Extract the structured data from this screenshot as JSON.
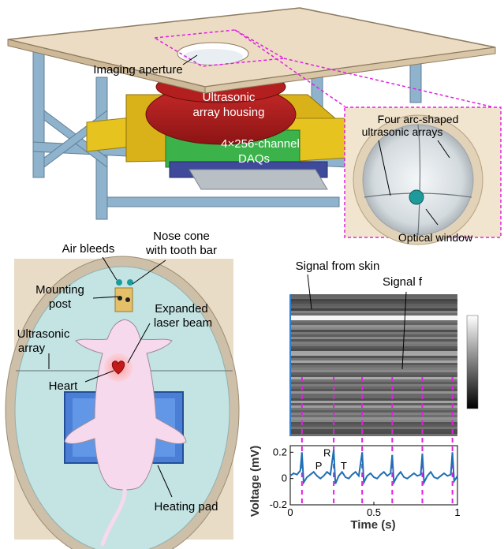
{
  "top": {
    "imaging_aperture": "Imaging aperture",
    "housing_line1": "Ultrasonic",
    "housing_line2": "array housing",
    "daq_line1": "4×256-channel",
    "daq_line2": "DAQs",
    "inset_line1": "Four arc-shaped",
    "inset_line2": "ultrasonic arrays",
    "optical_window": "Optical window"
  },
  "mouse": {
    "air_bleeds": "Air bleeds",
    "nose_cone_line1": "Nose cone",
    "nose_cone_line2": "with tooth bar",
    "mounting_line1": "Mounting",
    "mounting_line2": "post",
    "expanded_line1": "Expanded",
    "expanded_line2": "laser beam",
    "ultrasonic_line1": "Ultrasonic",
    "ultrasonic_line2": "array",
    "heart": "Heart",
    "heating_pad": "Heating pad"
  },
  "signal": {
    "skin_label": "Signal from skin",
    "heart_label_partial": "Signal f"
  },
  "chart_data": {
    "type": "line",
    "xlabel": "Time (s)",
    "ylabel": "Voltage (mV)",
    "xlim": [
      0,
      1
    ],
    "ylim": [
      -0.2,
      0.25
    ],
    "xticks": [
      "0",
      "0.5",
      "1"
    ],
    "yticks": [
      "0.2",
      "0",
      "-0.2"
    ],
    "annotations": [
      "P",
      "R",
      "T"
    ],
    "line_color": "#1f6fb4",
    "marker_color": "#e020e0",
    "r_peaks_s": [
      0.07,
      0.26,
      0.43,
      0.61,
      0.79,
      0.97
    ],
    "series": [
      {
        "x": [
          0.0,
          0.02,
          0.04,
          0.06,
          0.07,
          0.08,
          0.1,
          0.12,
          0.14,
          0.16,
          0.18,
          0.2,
          0.22,
          0.24,
          0.26,
          0.27,
          0.29,
          0.31,
          0.33,
          0.35,
          0.37,
          0.39,
          0.41,
          0.43,
          0.44,
          0.46,
          0.48,
          0.5,
          0.52,
          0.54,
          0.56,
          0.58,
          0.6,
          0.61,
          0.62,
          0.64,
          0.66,
          0.68,
          0.7,
          0.72,
          0.74,
          0.76,
          0.78,
          0.79,
          0.8,
          0.82,
          0.84,
          0.86,
          0.88,
          0.9,
          0.92,
          0.94,
          0.96,
          0.97,
          0.98,
          1.0
        ],
        "y": [
          0.02,
          0.04,
          0.03,
          0.06,
          0.2,
          -0.03,
          0.01,
          0.03,
          0.05,
          0.02,
          0.0,
          0.02,
          0.05,
          0.03,
          0.22,
          -0.04,
          0.02,
          0.05,
          0.01,
          0.0,
          0.03,
          0.05,
          0.02,
          0.2,
          -0.03,
          0.02,
          0.04,
          0.01,
          0.0,
          0.03,
          0.05,
          0.02,
          0.04,
          0.18,
          -0.03,
          0.02,
          0.05,
          0.01,
          0.0,
          0.02,
          0.04,
          0.02,
          0.03,
          0.19,
          -0.03,
          0.02,
          0.05,
          0.01,
          0.0,
          0.02,
          0.04,
          0.02,
          0.03,
          0.2,
          -0.02,
          0.02
        ]
      }
    ]
  }
}
